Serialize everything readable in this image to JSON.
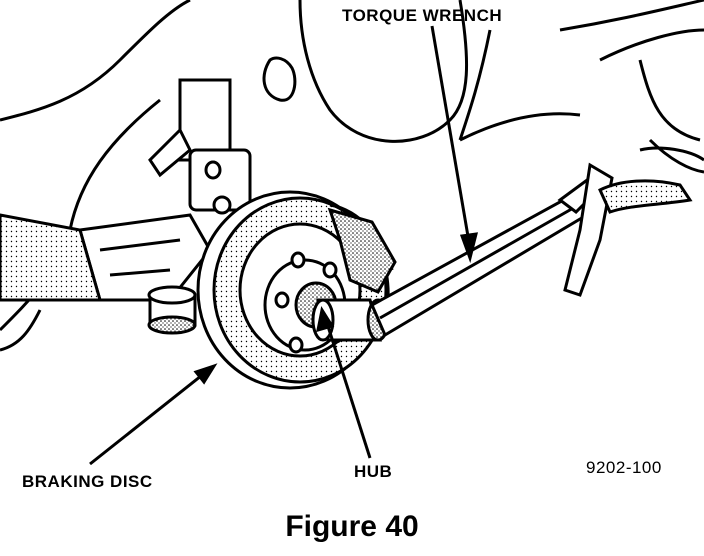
{
  "labels": {
    "torque_wrench": "TORQUE WRENCH",
    "braking_disc": "BRAKING DISC",
    "hub": "HUB",
    "figure_code": "9202-100"
  },
  "caption": "Figure 40"
}
